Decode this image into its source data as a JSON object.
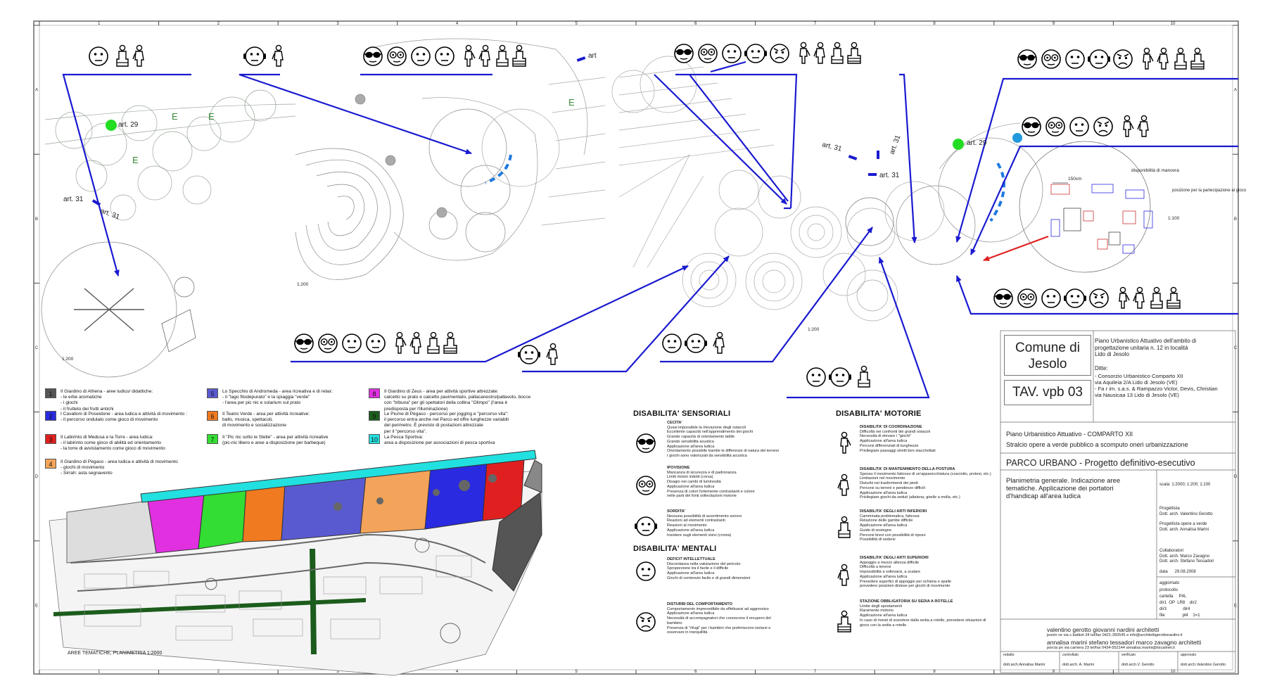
{
  "sheet": {
    "column_numbers": [
      "1",
      "2",
      "3",
      "4",
      "5",
      "6",
      "7",
      "8",
      "9",
      "10"
    ],
    "row_letters": [
      "A",
      "B",
      "C",
      "D",
      "E"
    ]
  },
  "plan": {
    "scale_labels": [
      "1:200",
      "1:200",
      "1:200",
      "1:100"
    ],
    "art_labels": [
      "art. 29",
      "art. 31",
      "art. 31",
      "art. 31",
      "art. 31",
      "art. 31",
      "art. 29",
      "art"
    ],
    "inset_labels": {
      "width": "150cm",
      "manoeuvre": "disponibilità di manovra",
      "position": "posizione per la partecipazione al gioco"
    },
    "map_caption": "AREE TEMATICHE, PLANIMETRIA 1:2000"
  },
  "legend": [
    {
      "num": "1",
      "color": "#555555",
      "text": "Il Giardino di Athena - aree ludico/ didattiche:\n- le erbe aromatiche\n- i giochi\n- il frutteto dei frutti antichi"
    },
    {
      "num": "2",
      "color": "#2a2ae0",
      "text": "I Cavalloni di Poseidone - area ludica e attività di movimento :\n- il percorso ondulato come gioco di movimento"
    },
    {
      "num": "3",
      "color": "#e02020",
      "text": "Il Labirinto di Medusa e la Torre - area ludica:\n- il labirinto come gioco di abilità ed orientamento\n- la torre di avvistamento come gioco di movimento"
    },
    {
      "num": "4",
      "color": "#f4a35a",
      "text": "Il Giardino di Pègaso - area ludica e attività di movimento\n- giochi di movimento\n- Sirrah: asta segnavento"
    },
    {
      "num": "5",
      "color": "#5a5ad0",
      "text": "Lo Specchio di Andromeda - area ricreativa e di relax:\n- il \"lago fitodepurato\" e la spiaggia \"verde\"\n- l'area per pic nic e solarium sul prato"
    },
    {
      "num": "6",
      "color": "#f07a20",
      "text": "Il Teatro Verde - area per attività ricreative:\nballo, musica, spettacoli,\ndi movimento e socializzazione"
    },
    {
      "num": "7",
      "color": "#33dd33",
      "text": "Il \"Pic nic sotto le Stelle\" - area per attività ricreative\n(pic-nic libero e aree a disposizione per barbeque)"
    },
    {
      "num": "8",
      "color": "#e030e0",
      "text": "Il Giardino di Zeus - area per attività sportive attrezzate:\ncalcetto su prato e calcetto pavimentato, pallacanestro/pallavolo, bocce\ncon \"tribuna\" per gli spettatori della collina \"Olimpo\" (l'area è predisposta per l'illuminazione)"
    },
    {
      "num": "9",
      "color": "#1c5c1c",
      "text": "Le Piume di Pègaso - percorso per jogging e \"percorso vita\":\nil percorso entra anche nel Parco ed offre lunghezze variabili\ndel perimetro.  È previsto di postazioni attrezzate\nper il \"percorso vita\"."
    },
    {
      "num": "10",
      "color": "#22e0e0",
      "text": "La Pesca Sportiva:\narea a disposizione per associazioni di pesca sportiva"
    }
  ],
  "disabilities": {
    "sensory_title": "DISABILITA' SENSORIALI",
    "mental_title": "DISABILITA' MENTALI",
    "motor_title": "DISABILITA' MOTORIE",
    "sensory": [
      {
        "head": "CECITA'",
        "body": "Quasi impossibile la rilevazione degli ostacoli\nEccellente capacità nell'apprendimento dei giochi\nGrande capacità di orientamento tattile\nGrande sensibilità acustica\nApplicazione all'area ludica\nOrientamento possibile tramite le differenze di natura del terreno\nI giochi sono valorizzati da sensibilità acustica"
      },
      {
        "head": "IPOVISIONE",
        "body": "Mancanza di sicurezza e di padronanza\nLimiti motori indotti (corsa)\nDisagio nei cambi di luminosità\nApplicazione all'area ludica\nPresenza di colori fortemente contrastanti e colore\nnelle parti del fonti sollecitazioni motorie"
      },
      {
        "head": "SORDITA'",
        "body": "Nessuna possibilità di avvertimento sonoro\nReazioni ad elementi contrastanti\nReazioni al movimento\nApplicazione all'area ludica\nInsistere sugli elementi visivi (croma)"
      }
    ],
    "mental": [
      {
        "head": "DEFICIT INTELLETTUALE",
        "body": "Discordanza nella valutazione del pericolo\nSproporzione tra il facile e il difficile\nApplicazione all'area ludica\nGiochi di contenuto facile e di grandi dimensioni"
      },
      {
        "head": "DISTURBI DEL COMPORTAMENTO",
        "body": "Comportamento imprevedibile da effettuarsi ad aggressivo\nApplicazione all'area ludica\nNecessità di accompagnatori che conoscono il recupero del\nbambino\nPresenza di \"rifugi\" per i bambini che preferiscono isolarsi e\nosservare in tranquillità"
      }
    ],
    "motor": [
      {
        "head": "DISABILITA' DI COORDINAZIONE",
        "body": "Difficoltà nei confronti dei grandi ostacoli\nNecessità di elevare i \"giochi\"\nApplicazione all'area ludica\nPercorsi differenziati di lunghezze\nPrivilegiare passaggi stretti ben stacchettati"
      },
      {
        "head": "DISABILITA' DI MANTENIMENTO DELLA POSTURA",
        "body": "Spesso il movimento faticoso di un'apparecchiatura (cosciotto, protesi, etc.)\nLimitazioni nel movimento\nDisturbi nei trasferimenti dei piedi\nPercorsi su terreni e pendenze difficili\nApplicazione all'area ludica\nPrivilegiare giochi da seduti (altalena, girelle a molla, etc.)"
      },
      {
        "head": "DISABILITA' DEGLI ARTI INFERIORI",
        "body": "Camminata problematica, faticosa\nRelazione delle gambe difficile\nApplicazione all'area ludica\nGuide di sostegno\nPercorsi brevi con possibilità di riposo\nPossibilità di sedersi"
      },
      {
        "head": "DISABILITA' DEGLI ARTI SUPERIORI",
        "body": "Appoggio a mezzo altezza difficile\nDifficoltà a tenersi\nImpossibilità a sollevarsi, a scalare\nApplicazione all'area ludica\nPrevedere superfici di appoggio per schiena e spalle\nprevedere posizioni distese per giochi di movimento"
      },
      {
        "head": "STAZIONE OBBLIGATORIA SU SEDIA A ROTELLE",
        "body": "Limite degli spostamenti\nRaramente motorio\nApplicazione all'area ludica\nIn caso di rivesti di scendere dalla sedia a rotelle, prevedere situazioni di\ngioco con la sedia a rotelle"
      }
    ]
  },
  "title_block": {
    "comune": "Comune di\nJesolo",
    "tav": "TAV. vpb 03",
    "piano": "Piano Urbanistico Attuativo dell'ambito di\nprogettazione unitaria n. 12 in località\nLido di Jesolo",
    "ditte_label": "Ditte:",
    "ditte": "- Consorzio Urbanistico Comparto XII\n   via Aquileia 2/A  Lido di Jesolo (VE)\n- Fa r im. s.a.s. & Rampazzo Victor, Devis, Christian\n   via Nausicaa 13  Lido di Jesolo (VE)",
    "comparto": "Piano Urbanistico Attuativo - COMPARTO XII",
    "stralcio": "Stralcio opere a verde pubblico a scomputo oneri urbanizzazione",
    "parco": "PARCO URBANO - Progetto definitivo-esecutivo",
    "desc": "Planimetria generale. Indicazione aree\ntematiche. Applicazione dei portatori\nd'handicap all'area ludica",
    "scala": "scala: 1:2000; 1:200; 1:100",
    "progettista": "Progettista\nDott. arch. Valentino Gerotto",
    "progettista_verde": "Progettista opere a verde\nDott. arch. Annalisa Marini",
    "collaboratori": "Collaboratori\nDott. arch. Marco Zavagno\nDott. arch. Stefano Tessadori",
    "data": "data      29.08.2008",
    "agg": "aggiornato",
    "small_fields": [
      "protocollo",
      "cartella     P4L",
      "dir1  OP  LR8    dir2",
      "dir3              dir4",
      "file               pl4    1=1"
    ],
    "studio": "valentino gerotto giovanni nardini architetti",
    "studio_addr": "jesolo ve via c.battisti 34 tel/fax 0421-350545 e  info@architettigerottonardini.it",
    "studio2": "annalisa marini  stefano tessadori  marco zavagno  architetti",
    "studio2_addr": "porcia pn via carriera 23 tel/fax 0434-552144  annalisa.marini@tiscalinet.it",
    "sign_labels": [
      "redatto",
      "controllato",
      "verificato",
      "approvato"
    ],
    "sign_names": [
      "dott.arch.Annalisa Marini",
      "dott.arch. A. Marini",
      "dott.arch.V. Gerotto",
      "dott.arch.Valentino Gerotto"
    ]
  },
  "colors": {
    "arrow": "#1a1ad0",
    "accent_red": "#e02020",
    "green_dot": "#22dd22",
    "blue_dot": "#2299dd",
    "dashed_blue": "#1f7ae0"
  }
}
